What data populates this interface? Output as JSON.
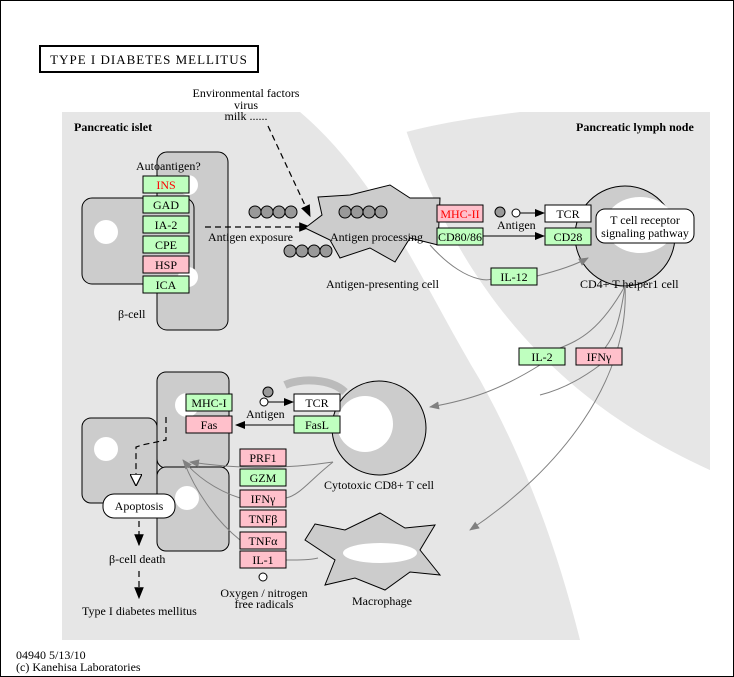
{
  "title": "TYPE I DIABETES MELLITUS",
  "colors": {
    "found_gene": "#bfffbf",
    "highlighted_gene": "#ffc0cb",
    "highlight_text": "#ff0000",
    "background_region": "#e6e6e6",
    "cell": "#cccccc"
  },
  "regions": {
    "islet": "Pancreatic islet",
    "lymph": "Pancreatic lymph node"
  },
  "labels": {
    "env1": "Environmental factors",
    "env2": "virus",
    "env3": "milk ......",
    "autoantigen": "Autoantigen?",
    "beta_cell": "β-cell",
    "antigen_exposure": "Antigen exposure",
    "antigen_processing": "Antigen processing",
    "apc": "Antigen-presenting cell",
    "antigen1": "Antigen",
    "antigen2": "Antigen",
    "tcr_pathway1": "T cell receptor",
    "tcr_pathway2": "signaling pathway",
    "cd4": "CD4+ T helper1 cell",
    "cd8": "Cytotoxic CD8+ T cell",
    "apoptosis": "Apoptosis",
    "beta_death": "β-cell death",
    "t1dm": "Type I diabetes mellitus",
    "oxy1": "Oxygen / nitrogen",
    "oxy2": "free radicals",
    "macrophage": "Macrophage"
  },
  "genes": {
    "ins": {
      "label": "INS",
      "color": "green",
      "text_color": "red"
    },
    "gad": {
      "label": "GAD",
      "color": "green"
    },
    "ia2": {
      "label": "IA-2",
      "color": "green"
    },
    "cpe": {
      "label": "CPE",
      "color": "green"
    },
    "hsp": {
      "label": "HSP",
      "color": "pink"
    },
    "ica": {
      "label": "ICA",
      "color": "green"
    },
    "mhc2": {
      "label": "MHC-II",
      "color": "pink",
      "text_color": "red"
    },
    "cd8086": {
      "label": "CD80/86",
      "color": "green"
    },
    "tcr1": {
      "label": "TCR",
      "color": "white"
    },
    "cd28": {
      "label": "CD28",
      "color": "green"
    },
    "il12": {
      "label": "IL-12",
      "color": "green"
    },
    "il2": {
      "label": "IL-2",
      "color": "green"
    },
    "ifng1": {
      "label": "IFNγ",
      "color": "pink"
    },
    "mhc1": {
      "label": "MHC-I",
      "color": "green"
    },
    "fas": {
      "label": "Fas",
      "color": "pink"
    },
    "tcr2": {
      "label": "TCR",
      "color": "white"
    },
    "fasl": {
      "label": "FasL",
      "color": "green"
    },
    "prf1": {
      "label": "PRF1",
      "color": "pink"
    },
    "gzm": {
      "label": "GZM",
      "color": "green"
    },
    "ifng2": {
      "label": "IFNγ",
      "color": "pink"
    },
    "tnfb": {
      "label": "TNFβ",
      "color": "pink"
    },
    "tnfa": {
      "label": "TNFα",
      "color": "pink"
    },
    "il1": {
      "label": "IL-1",
      "color": "pink"
    }
  },
  "footer": {
    "id": "04940 5/13/10",
    "copyright": "(c) Kanehisa Laboratories"
  }
}
